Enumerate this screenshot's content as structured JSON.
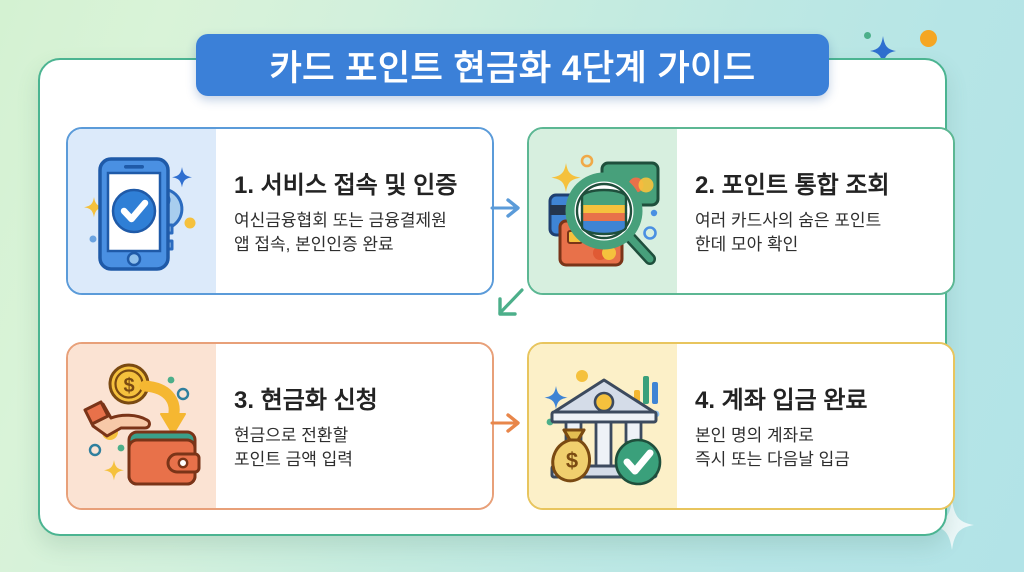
{
  "header": {
    "title": "카드 포인트 현금화 4단계 가이드"
  },
  "theme": {
    "background_gradient_from": "#d4f2d2",
    "background_gradient_to": "#b2e3e7",
    "panel_background": "#ffffff",
    "panel_border": "#4bb491",
    "title_banner_background": "#3b80d8",
    "title_banner_text": "#ffffff"
  },
  "steps": [
    {
      "id": "step-1",
      "number": "1",
      "title": "1. 서비스 접속 및 인증",
      "description": "여신금융협회 또는 금융결제원\n앱 접속, 본인인증 완료",
      "accent_color": "#5b9bd9",
      "icon_background": "#dceafa",
      "icon_name": "smartphone-verification-icon"
    },
    {
      "id": "step-2",
      "number": "2",
      "title": "2. 포인트 통합 조회",
      "description": "여러 카드사의 숨은 포인트\n한데 모아 확인",
      "accent_color": "#5cb793",
      "icon_background": "#d7efdf",
      "icon_name": "cards-magnifier-icon"
    },
    {
      "id": "step-3",
      "number": "3",
      "title": "3. 현금화 신청",
      "description": "현금으로 전환할\n포인트 금액 입력",
      "accent_color": "#e8a079",
      "icon_background": "#fbe3d3",
      "icon_name": "hand-coin-wallet-icon"
    },
    {
      "id": "step-4",
      "number": "4",
      "title": "4. 계좌 입금 완료",
      "description": "본인 명의 계좌로\n즉시 또는 다음날 입금",
      "accent_color": "#e8c55e",
      "icon_background": "#fcf0c8",
      "icon_name": "bank-deposit-icon"
    }
  ],
  "connectors": [
    {
      "id": "arrow-1-2",
      "direction": "right",
      "color": "#5b9bd9",
      "from": "step-1",
      "to": "step-2"
    },
    {
      "id": "arrow-2-3",
      "direction": "down-left",
      "color": "#4caf8a",
      "from": "step-2",
      "to": "step-3"
    },
    {
      "id": "arrow-3-4",
      "direction": "right",
      "color": "#e8864a",
      "from": "step-3",
      "to": "step-4"
    }
  ],
  "decorations": [
    {
      "name": "sparkle-blue-top-right",
      "color": "#2f6fd0"
    },
    {
      "name": "dot-orange-top-right",
      "color": "#f5a623"
    },
    {
      "name": "dot-green-top-right",
      "color": "#4caf8a"
    },
    {
      "name": "sparkle-white-bottom-right",
      "color": "#ffffff"
    }
  ]
}
